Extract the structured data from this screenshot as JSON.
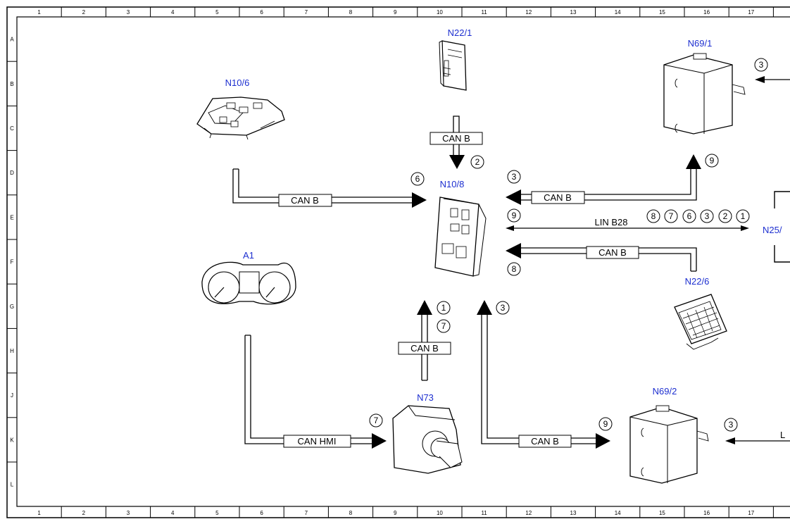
{
  "frame": {
    "columns": [
      "1",
      "2",
      "3",
      "4",
      "5",
      "6",
      "7",
      "8",
      "9",
      "10",
      "11",
      "12",
      "13",
      "14",
      "15",
      "16",
      "17"
    ],
    "rows": [
      "A",
      "B",
      "C",
      "D",
      "E",
      "F",
      "G",
      "H",
      "J",
      "K",
      "L"
    ]
  },
  "components": {
    "n22_1": "N22/1",
    "n10_6": "N10/6",
    "n10_8": "N10/8",
    "n69_1": "N69/1",
    "n25": "N25/",
    "n22_6": "N22/6",
    "a1": "A1",
    "n73": "N73",
    "n69_2": "N69/2"
  },
  "bus_labels": {
    "can_b_top": "CAN B",
    "can_b_left": "CAN B",
    "can_b_right_upper": "CAN B",
    "lin_b28": "LIN B28",
    "can_b_right_lower": "CAN B",
    "can_b_center": "CAN B",
    "can_hmi": "CAN HMI",
    "can_b_bottom": "CAN B",
    "lin_partial": "L"
  },
  "callouts": {
    "c2": "2",
    "c6": "6",
    "c3_upper": "3",
    "c9_n69_1": "9",
    "c3_n69_1": "3",
    "c9_lin": "9",
    "lin_chain": [
      "8",
      "7",
      "6",
      "3",
      "2",
      "1"
    ],
    "c8": "8",
    "c1": "1",
    "c7_center": "7",
    "c3_center": "3",
    "c7_hmi": "7",
    "c9_bottom": "9",
    "c3_bottom": "3"
  }
}
